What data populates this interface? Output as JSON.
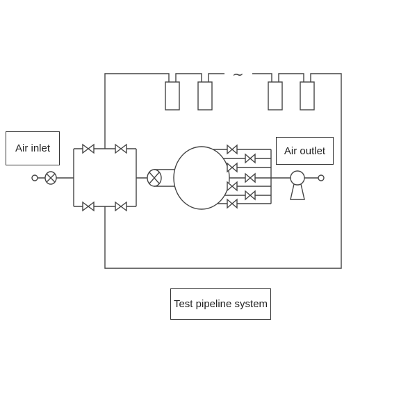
{
  "labels": {
    "air_inlet": "Air inlet",
    "air_outlet": "Air outlet",
    "system": "Test pipeline system"
  },
  "symbols": {
    "ac_source": "~"
  }
}
